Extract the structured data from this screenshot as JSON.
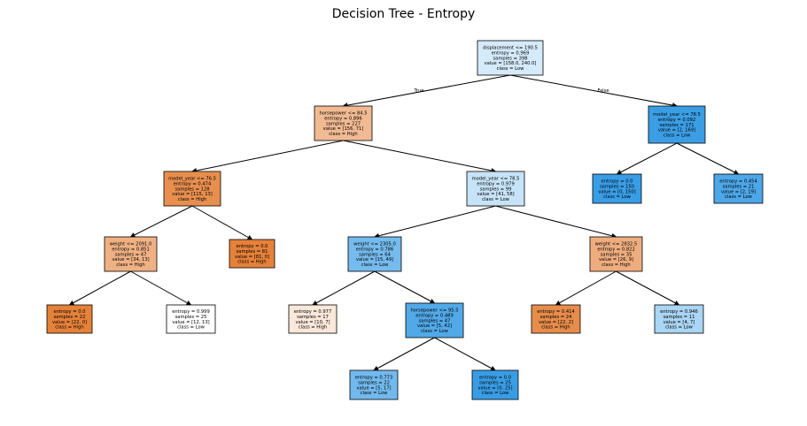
{
  "title": "Decision Tree - Entropy",
  "edge_labels": {
    "true": "True",
    "false": "False"
  },
  "colors": {
    "high": "#e58139",
    "low": "#399de5"
  },
  "nodes": [
    {
      "id": "n0",
      "lines": [
        "displacement <= 190.5",
        "entropy = 0.969",
        "samples = 398",
        "value = [158.0, 240.0]",
        "class = Low"
      ],
      "class": "Low",
      "purity": 0.21
    },
    {
      "id": "n1",
      "lines": [
        "horsepower <= 84.5",
        "entropy = 0.896",
        "samples = 227",
        "value = [156, 71]",
        "class = High"
      ],
      "class": "High",
      "purity": 0.55
    },
    {
      "id": "n2",
      "lines": [
        "model_year <= 76.5",
        "entropy = 0.474",
        "samples = 128",
        "value = [115, 13]",
        "class = High"
      ],
      "class": "High",
      "purity": 0.89
    },
    {
      "id": "n3",
      "lines": [
        "weight <= 2091.0",
        "entropy = 0.851",
        "samples = 47",
        "value = [34, 13]",
        "class = High"
      ],
      "class": "High",
      "purity": 0.62
    },
    {
      "id": "n4",
      "lines": [
        "entropy = 0.0",
        "samples = 22",
        "value = [22, 0]",
        "class = High"
      ],
      "class": "High",
      "purity": 1.0
    },
    {
      "id": "n5",
      "lines": [
        "entropy = 0.999",
        "samples = 25",
        "value = [12, 13]",
        "class = Low"
      ],
      "class": "Low",
      "purity": 0.0
    },
    {
      "id": "n6",
      "lines": [
        "entropy = 0.0",
        "samples = 81",
        "value = [81, 0]",
        "class = High"
      ],
      "class": "High",
      "purity": 1.0
    },
    {
      "id": "n7",
      "lines": [
        "model_year <= 78.5",
        "entropy = 0.979",
        "samples = 99",
        "value = [41, 58]",
        "class = Low"
      ],
      "class": "Low",
      "purity": 0.29
    },
    {
      "id": "n8",
      "lines": [
        "weight <= 2305.0",
        "entropy = 0.786",
        "samples = 64",
        "value = [15, 49]",
        "class = Low"
      ],
      "class": "Low",
      "purity": 0.69
    },
    {
      "id": "n9",
      "lines": [
        "entropy = 0.977",
        "samples = 17",
        "value = [10, 7]",
        "class = High"
      ],
      "class": "High",
      "purity": 0.18
    },
    {
      "id": "n10",
      "lines": [
        "horsepower <= 95.5",
        "entropy = 0.489",
        "samples = 47",
        "value = [5, 42]",
        "class = Low"
      ],
      "class": "Low",
      "purity": 0.88
    },
    {
      "id": "n11",
      "lines": [
        "entropy = 0.773",
        "samples = 22",
        "value = [5, 17]",
        "class = Low"
      ],
      "class": "Low",
      "purity": 0.71
    },
    {
      "id": "n12",
      "lines": [
        "entropy = 0.0",
        "samples = 25",
        "value = [0, 25]",
        "class = Low"
      ],
      "class": "Low",
      "purity": 1.0
    },
    {
      "id": "n13",
      "lines": [
        "weight <= 2832.5",
        "entropy = 0.822",
        "samples = 35",
        "value = [26, 9]",
        "class = High"
      ],
      "class": "High",
      "purity": 0.65
    },
    {
      "id": "n14",
      "lines": [
        "entropy = 0.414",
        "samples = 24",
        "value = [22, 2]",
        "class = High"
      ],
      "class": "High",
      "purity": 0.91
    },
    {
      "id": "n15",
      "lines": [
        "entropy = 0.946",
        "samples = 11",
        "value = [4, 7]",
        "class = Low"
      ],
      "class": "Low",
      "purity": 0.43
    },
    {
      "id": "n16",
      "lines": [
        "model_year <= 78.5",
        "entropy = 0.092",
        "samples = 171",
        "value = [2, 169]",
        "class = Low"
      ],
      "class": "Low",
      "purity": 0.99
    },
    {
      "id": "n17",
      "lines": [
        "entropy = 0.0",
        "samples = 150",
        "value = [0, 150]",
        "class = Low"
      ],
      "class": "Low",
      "purity": 1.0
    },
    {
      "id": "n18",
      "lines": [
        "entropy = 0.454",
        "samples = 21",
        "value = [2, 19]",
        "class = Low"
      ],
      "class": "Low",
      "purity": 0.9
    }
  ],
  "edges": [
    [
      "n0",
      "n1"
    ],
    [
      "n0",
      "n16"
    ],
    [
      "n1",
      "n2"
    ],
    [
      "n1",
      "n7"
    ],
    [
      "n2",
      "n3"
    ],
    [
      "n2",
      "n6"
    ],
    [
      "n3",
      "n4"
    ],
    [
      "n3",
      "n5"
    ],
    [
      "n7",
      "n8"
    ],
    [
      "n7",
      "n13"
    ],
    [
      "n8",
      "n9"
    ],
    [
      "n8",
      "n10"
    ],
    [
      "n10",
      "n11"
    ],
    [
      "n10",
      "n12"
    ],
    [
      "n13",
      "n14"
    ],
    [
      "n13",
      "n15"
    ],
    [
      "n16",
      "n17"
    ],
    [
      "n16",
      "n18"
    ]
  ]
}
